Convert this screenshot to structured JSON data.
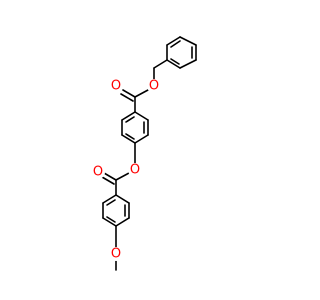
{
  "molecule": {
    "atoms": {
      "ester_O_carbonyl_top": {
        "symbol": "O",
        "color": "#ff0000"
      },
      "ester_O_link_top": {
        "symbol": "O",
        "color": "#ff0000"
      },
      "ester_O_aryl": {
        "symbol": "O",
        "color": "#ff0000"
      },
      "ester_O_carbonyl_bottom": {
        "symbol": "O",
        "color": "#ff0000"
      },
      "methoxy_O": {
        "symbol": "O",
        "color": "#ff0000"
      }
    },
    "colors": {
      "bond": "#000000",
      "oxygen": "#ff0000"
    }
  }
}
